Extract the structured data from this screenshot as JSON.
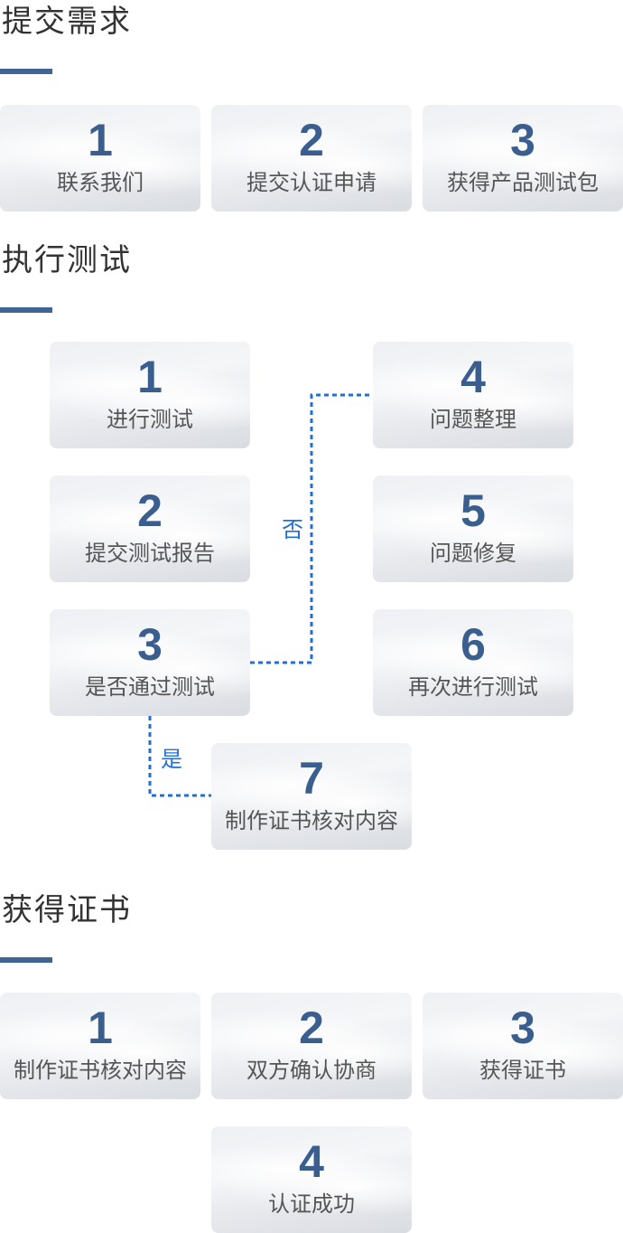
{
  "sections": [
    {
      "title": "提交需求",
      "steps": [
        {
          "num": "1",
          "label": "联系我们"
        },
        {
          "num": "2",
          "label": "提交认证申请"
        },
        {
          "num": "3",
          "label": "获得产品测试包"
        }
      ]
    },
    {
      "title": "执行测试",
      "steps": [
        {
          "num": "1",
          "label": "进行测试"
        },
        {
          "num": "2",
          "label": "提交测试报告"
        },
        {
          "num": "3",
          "label": "是否通过测试"
        },
        {
          "num": "4",
          "label": "问题整理"
        },
        {
          "num": "5",
          "label": "问题修复"
        },
        {
          "num": "6",
          "label": "再次进行测试"
        },
        {
          "num": "7",
          "label": "制作证书核对内容"
        }
      ],
      "branches": {
        "no": "否",
        "yes": "是"
      }
    },
    {
      "title": "获得证书",
      "steps": [
        {
          "num": "1",
          "label": "制作证书核对内容"
        },
        {
          "num": "2",
          "label": "双方确认协商"
        },
        {
          "num": "3",
          "label": "获得证书"
        },
        {
          "num": "4",
          "label": "认证成功"
        }
      ]
    }
  ],
  "colors": {
    "accent": "#3f6597",
    "number": "#3a5f8f",
    "connector": "#1f6fd6",
    "label": "#555555"
  }
}
